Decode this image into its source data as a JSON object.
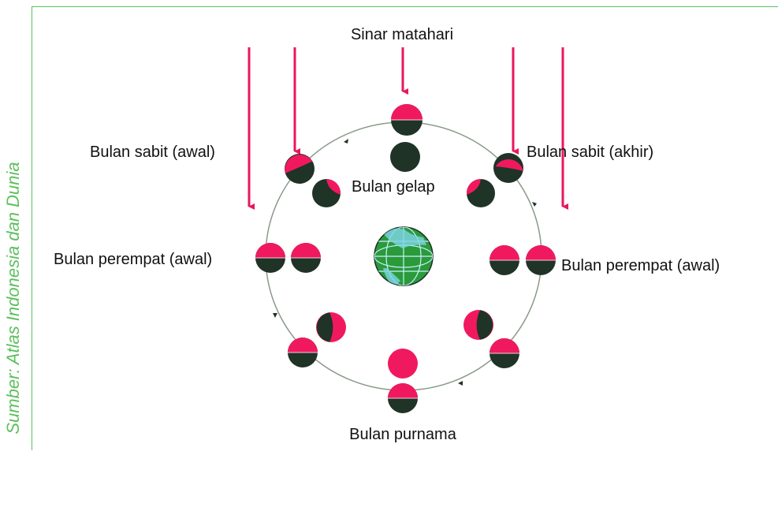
{
  "source_credit": "Sumber: Atlas Indonesia dan Dunia",
  "labels": {
    "sunlight": "Sinar matahari",
    "waxing_crescent": "Bulan sabit (awal)",
    "waning_crescent": "Bulan sabit (akhir)",
    "new_moon": "Bulan gelap",
    "quarter_left": "Bulan perempat (awal)",
    "quarter_right": "Bulan perempat (awal)",
    "full_moon": "Bulan purnama"
  },
  "colors": {
    "lit": "#f0195f",
    "dark": "#1f3327",
    "arrow": "#e8175d",
    "orbit": "#8a9a8a",
    "frame": "#5cc05c",
    "earth": "#2a9a3a"
  },
  "icons": [
    "sun-ray-arrow",
    "moon-phase-icon",
    "earth-icon",
    "orbit-direction-marker"
  ]
}
